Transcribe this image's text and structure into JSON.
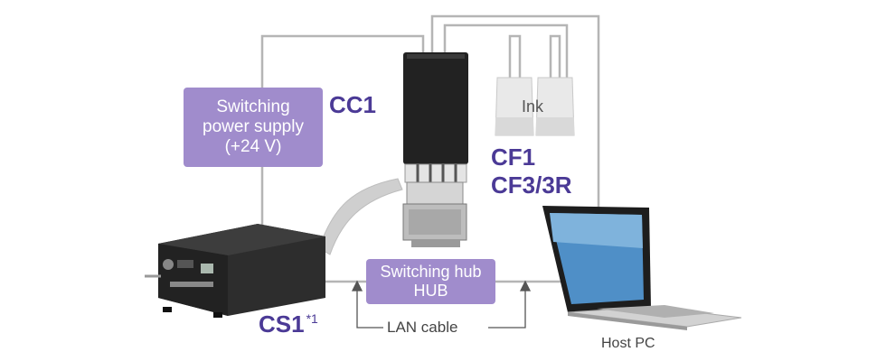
{
  "power_supply": {
    "line1": "Switching",
    "line2": "power supply",
    "line3": "(+24 V)"
  },
  "hub": {
    "line1": "Switching hub",
    "line2": "HUB"
  },
  "labels": {
    "cc1": "CC1",
    "cf1": "CF1",
    "cf3": "CF3/3R",
    "cs1": "CS1",
    "cs1_note": "*1",
    "ink": "Ink",
    "lan": "LAN cable",
    "host": "Host PC"
  },
  "colors": {
    "box_fill": "#a08ccc",
    "label_text": "#4b3a96",
    "wire": "#b5b5b5"
  },
  "icons": [
    "print-head-unit",
    "ink-tanks",
    "controller-box",
    "laptop",
    "ribbon-cable"
  ]
}
